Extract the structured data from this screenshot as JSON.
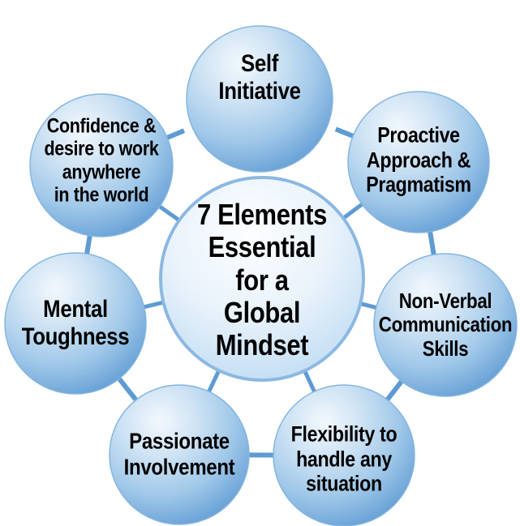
{
  "diagram": {
    "center": {
      "label": "7 Elements\nEssential\nfor a\nGlobal\nMindset"
    },
    "nodes": [
      {
        "id": "self-initiative",
        "label": "Self\nInitiative",
        "highlighted": true
      },
      {
        "id": "confidence-desire",
        "label": "Confidence &\ndesire to work\nanywhere\nin the world",
        "highlighted": false
      },
      {
        "id": "proactive-approach",
        "label": "Proactive\nApproach &\nPragmatism",
        "highlighted": false
      },
      {
        "id": "mental-toughness",
        "label": "Mental\nToughness",
        "highlighted": false
      },
      {
        "id": "non-verbal-communication",
        "label": "Non-Verbal\nCommunication\nSkills",
        "highlighted": false
      },
      {
        "id": "passionate-involvement",
        "label": "Passionate\nInvolvement",
        "highlighted": false
      },
      {
        "id": "flexibility",
        "label": "Flexibility to\nhandle any\nsituation",
        "highlighted": false
      }
    ],
    "colors": {
      "background": "#ffffff",
      "text": "#000000",
      "connector": "#5e9bd3",
      "node_edge": "#85b5e0",
      "center_border": "#8cb8e2",
      "highlight_ring": "#ffffff",
      "node_gradient": [
        "#f2f8fd",
        "#cfe3f4",
        "#a0c8e9",
        "#5f9bd3"
      ],
      "center_gradient": [
        "#fcfeff",
        "#eaf3fb",
        "#bfdcf2"
      ]
    }
  }
}
